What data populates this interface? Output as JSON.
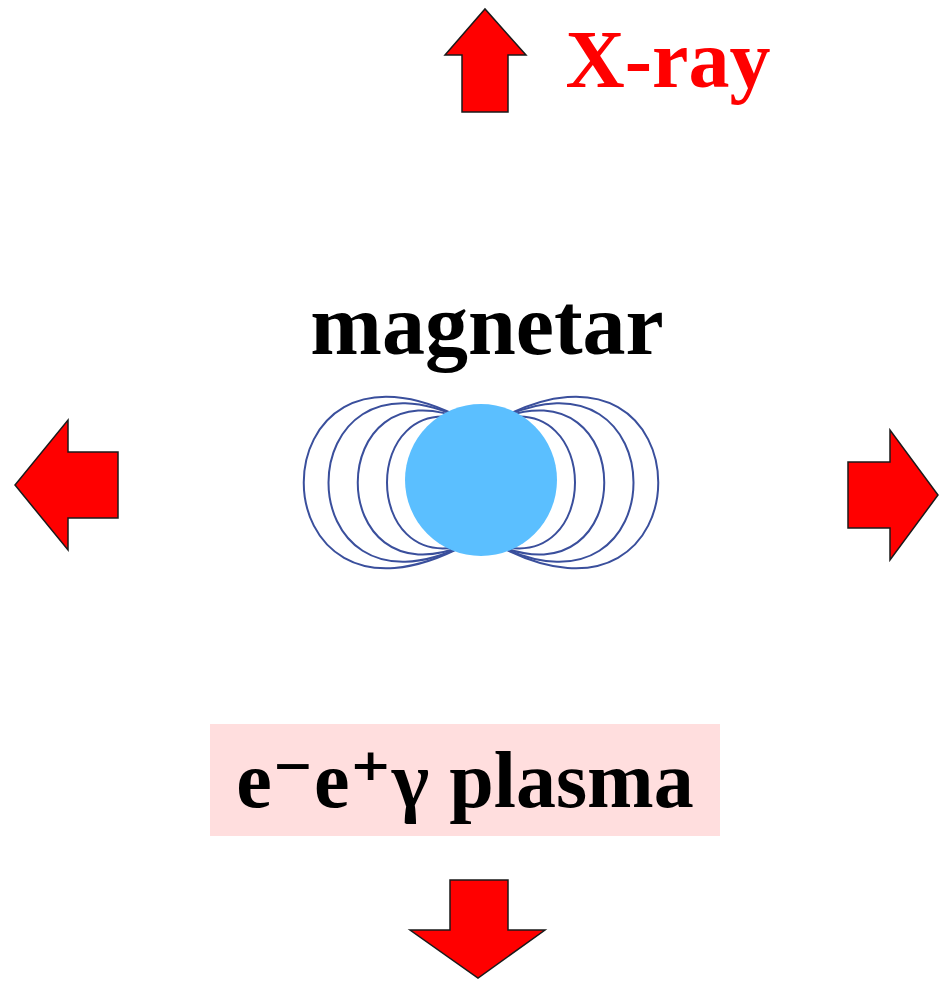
{
  "diagram": {
    "nodes": [
      {
        "text": [
          "e⁻e⁺γ plasma"
        ]
      },
      {
        "text": [
          "magnetar"
        ],
        "in": 0
      }
    ],
    "labels": [
      "X-ray"
    ]
  }
}
